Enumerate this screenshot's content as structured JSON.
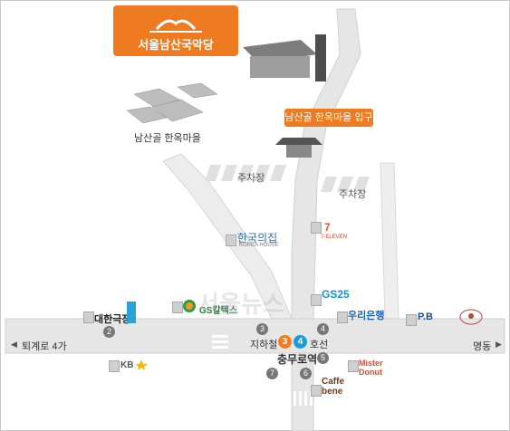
{
  "title": "서울남산국악당",
  "tag": "남산골 한옥마을 입구",
  "labels": {
    "hanok_village": "남산골 한옥마을",
    "parking1": "주차장",
    "parking2": "주차장",
    "korea_house": "한국의집",
    "korea_house_sub": "KOREA HOUSE",
    "seven_eleven": "7-ELEVEN",
    "gs25": "GS25",
    "woori": "우리은행",
    "daehan": "대한극장",
    "gs_caltex": "GS칼텍스",
    "paris": "P.B",
    "jihacheol": "지하철",
    "hoseon": "호선",
    "chungmuro": "충무로역",
    "toegyero": "퇴계로 4가",
    "myeongdong": "명동",
    "kb": "KB",
    "mister_donut": "Mister Donut",
    "caffe_bene": "Caffe bene",
    "watermark": "서울뉴스"
  },
  "exits": {
    "e2": "2",
    "e3": "3",
    "e4": "4",
    "e5": "5",
    "e6": "6",
    "e7": "7"
  },
  "lines": {
    "l3": "3",
    "l4": "4"
  },
  "colors": {
    "accent": "#ee7a22",
    "line3": "#f47b20",
    "line4": "#1e9bd7",
    "road": "#e4e4e4"
  }
}
